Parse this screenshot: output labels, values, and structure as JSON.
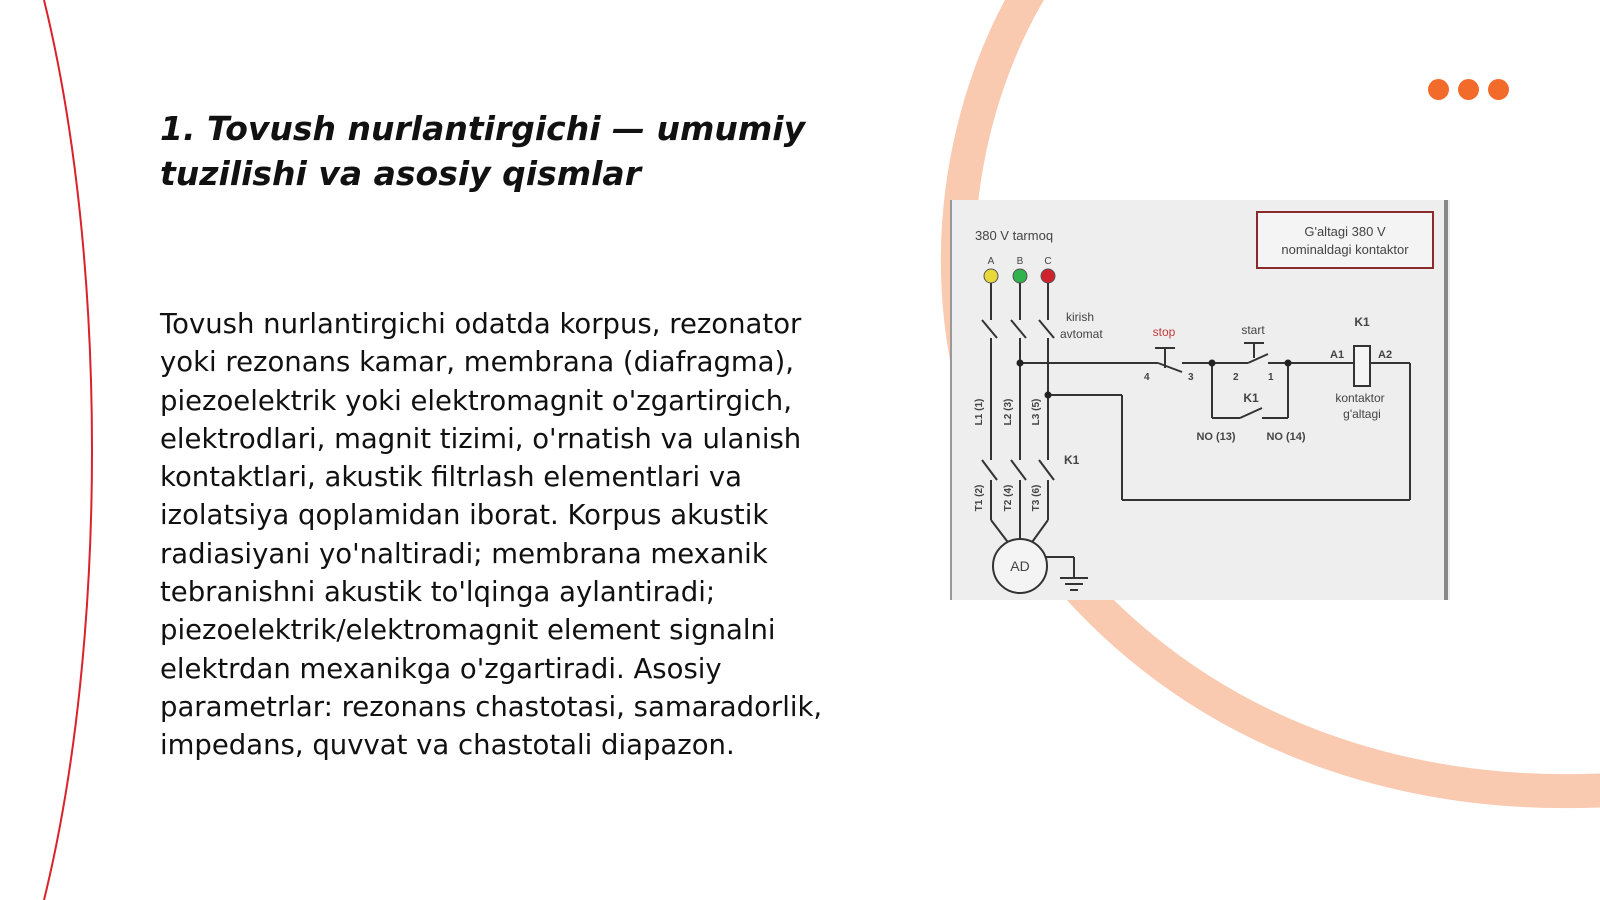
{
  "slide": {
    "title": "1. Tovush nurlantirgichi — umumiy tuzilishi va asosiy qismlar",
    "body": "Tovush nurlantirgichi odatda korpus, rezonator yoki rezonans kamar, membrana (diafragma), piezoelektrik yoki elektromagnit o'zgartirgich, elektrodlari, magnit tizimi, o'rnatish va ulanish kontaktlari, akustik filtrlash elementlari va izolatsiya qoplamidan iborat. Korpus akustik radiasiyani yo'naltiradi; membrana mexanik tebranishni akustik to'lqinga aylantiradi; piezoelektrik/elektromagnit element signalni elektrdan mexanikga o'zgartiradi. Asosiy parametrlar: rezonans chastotasi, samaradorlik, impedans, quvvat va chastotali diapazon.",
    "accent_color": "#f26b2a",
    "arc_color": "#f9c9b0",
    "line_color": "#d9222b"
  },
  "diagram": {
    "network_label": "380 V tarmoq",
    "phases": [
      {
        "label": "A",
        "color": "#e8d83a"
      },
      {
        "label": "B",
        "color": "#2fb34a"
      },
      {
        "label": "C",
        "color": "#d0222a"
      }
    ],
    "box_label_1": "G'altagi 380 V",
    "box_label_2": "nominaldagi kontaktor",
    "breaker_label_1": "kirish",
    "breaker_label_2": "avtomat",
    "stop_label": "stop",
    "start_label": "start",
    "k1_label": "K1",
    "a1_label": "A1",
    "a2_label": "A2",
    "coil_label_1": "kontaktor",
    "coil_label_2": "g'altagi",
    "pin_4": "4",
    "pin_3": "3",
    "pin_2": "2",
    "pin_1": "1",
    "no13": "NO (13)",
    "no14": "NO (14)",
    "l1": "L1 (1)",
    "l2": "L2 (3)",
    "l3": "L3 (5)",
    "t1": "T1 (2)",
    "t2": "T2 (4)",
    "t3": "T3 (6)",
    "motor_label": "AD"
  }
}
